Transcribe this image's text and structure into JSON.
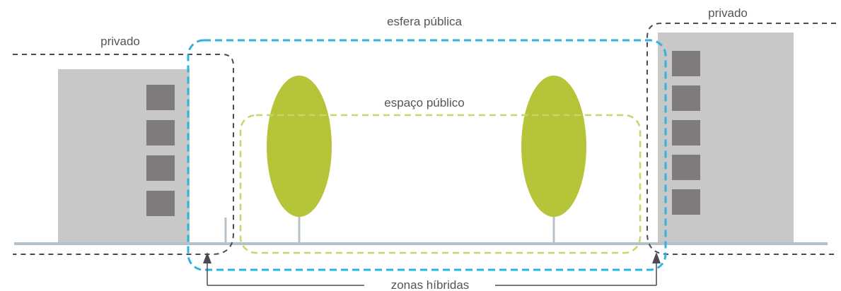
{
  "labels": {
    "private_left": "privado",
    "private_right": "privado",
    "public_sphere": "esfera pública",
    "public_space": "espaço público",
    "hybrid_zones": "zonas híbridas"
  },
  "colors": {
    "building": "#c8c8c8",
    "window": "#7f7b7b",
    "tree_canopy": "#b6c43a",
    "trunk": "#b5c0c8",
    "ground": "#b5c0c8",
    "public_sphere_outline": "#2fb3e0",
    "public_space_outline": "#c9d56b",
    "private_outline": "#4a4a52",
    "label_text": "#555555"
  },
  "icons": [
    "arrow-up-icon",
    "arrow-up-icon"
  ]
}
